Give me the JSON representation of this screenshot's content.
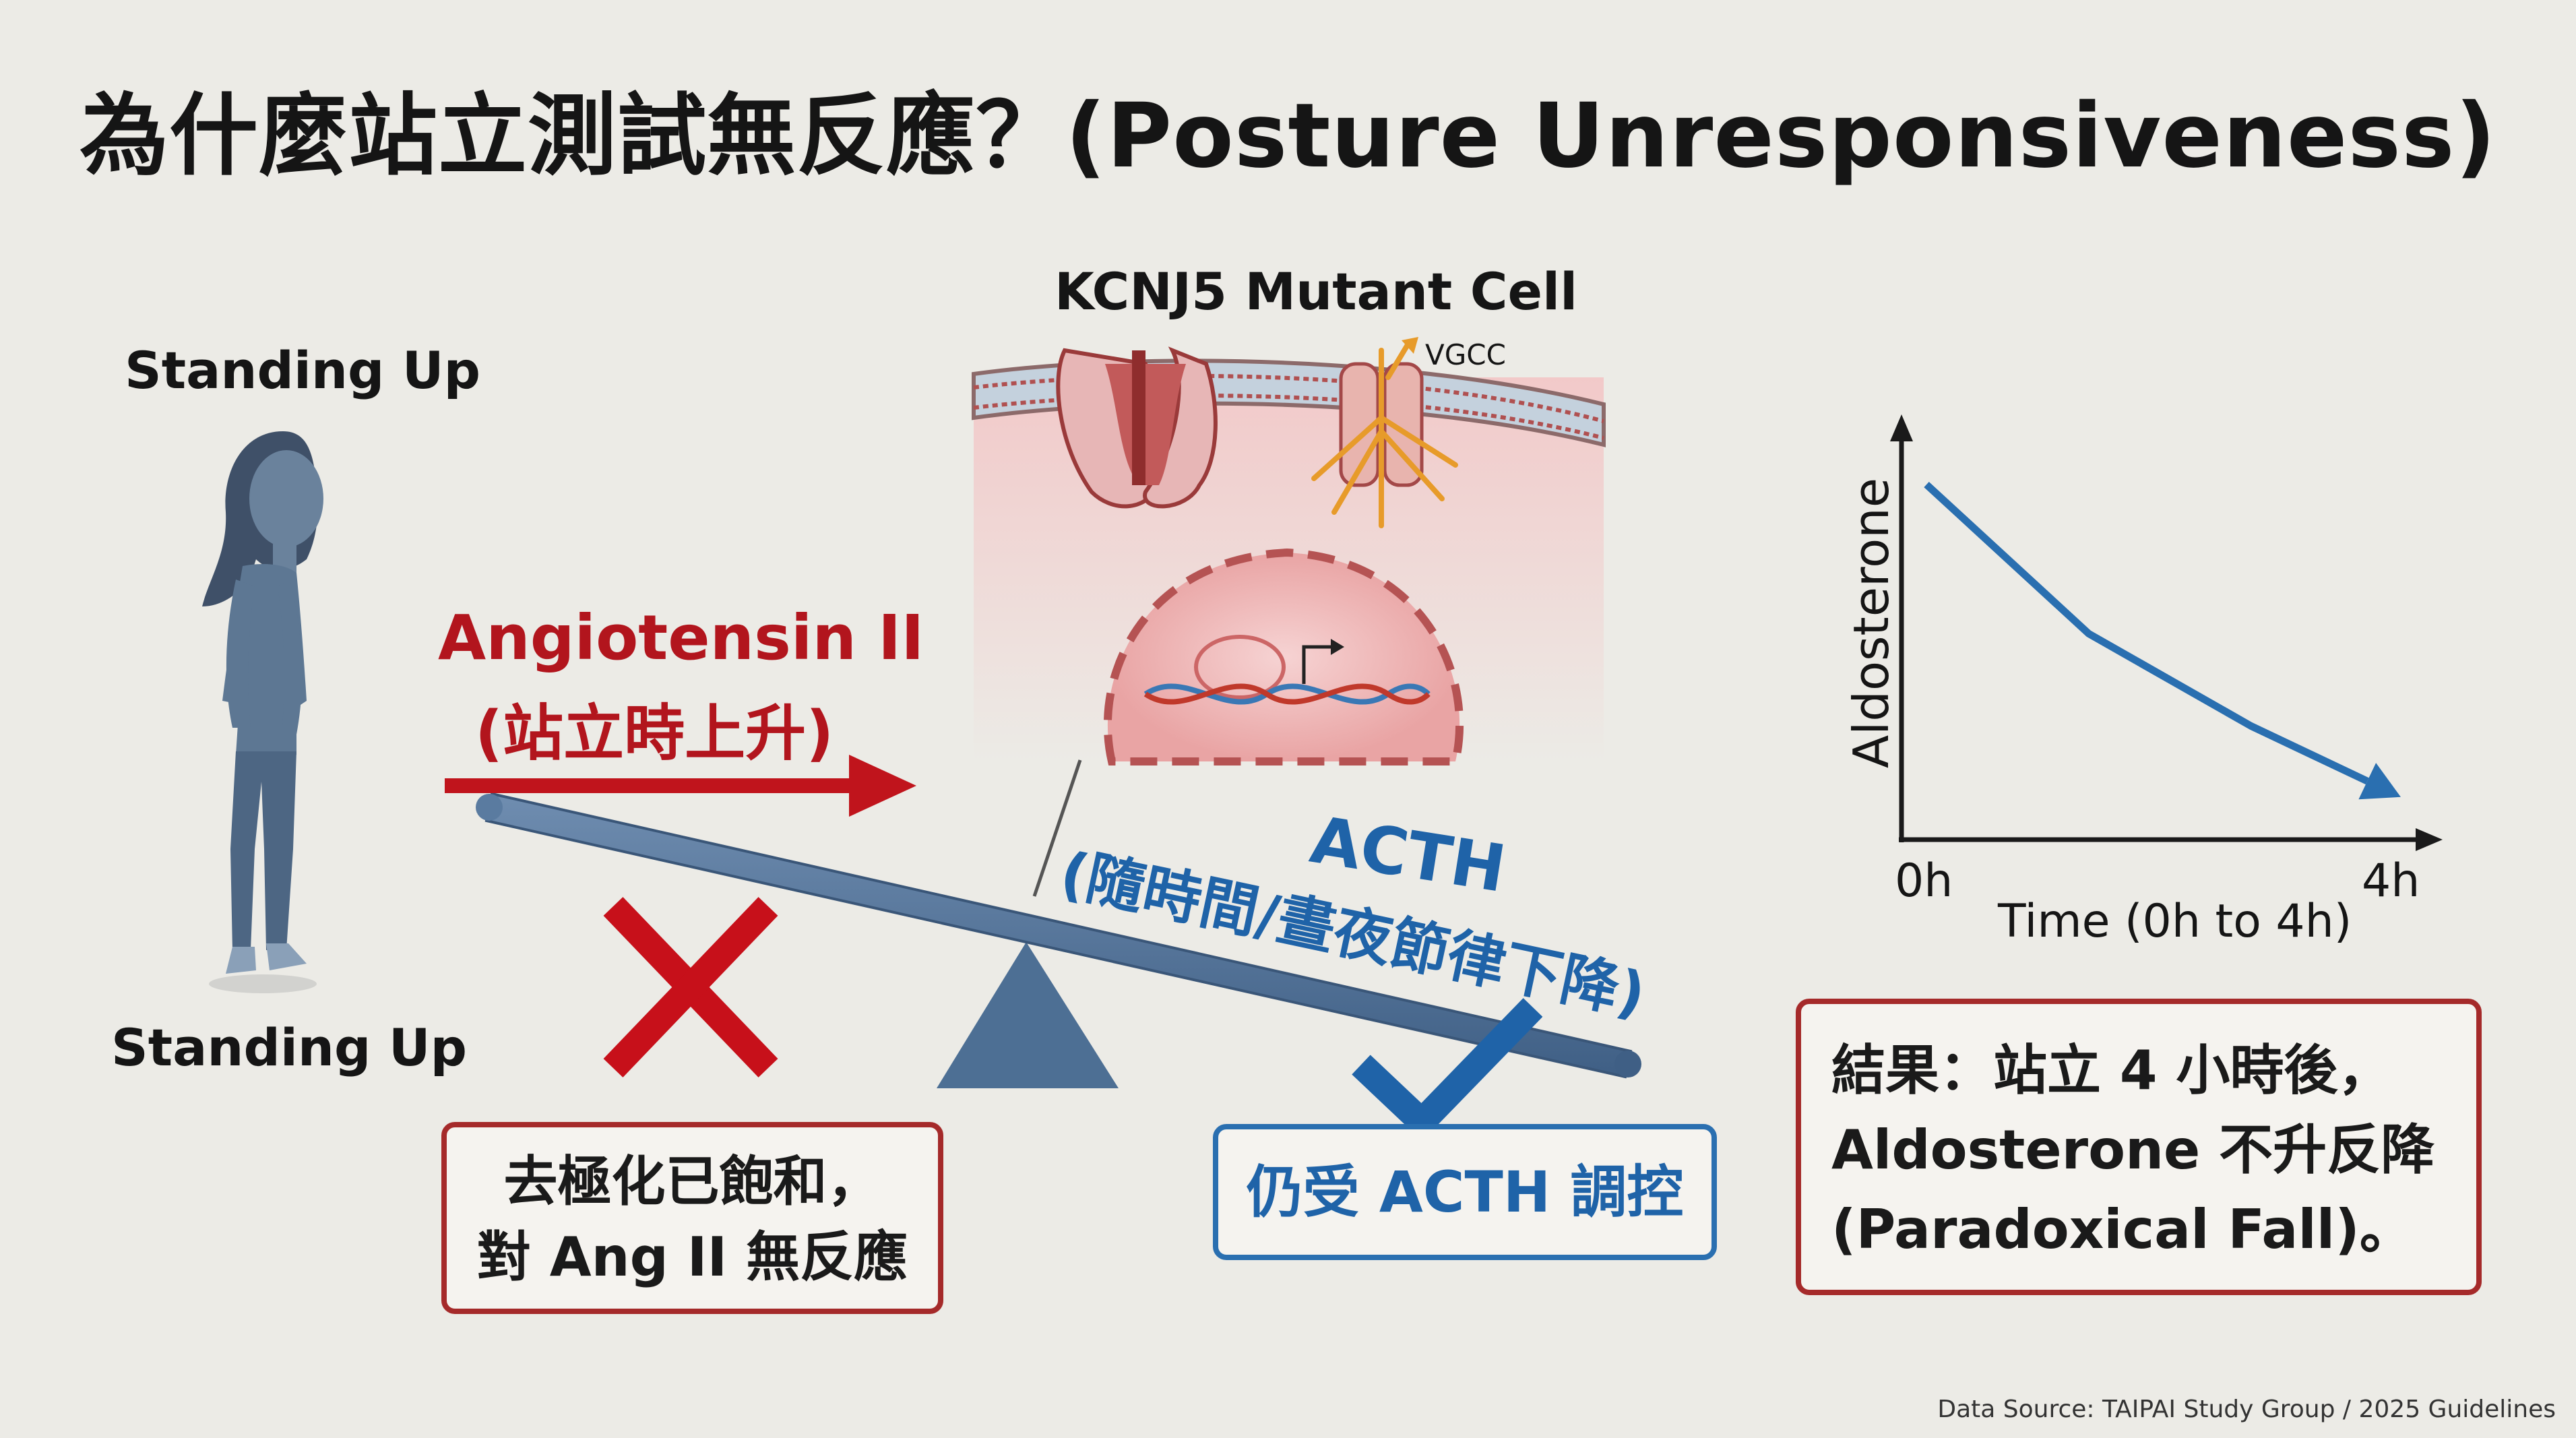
{
  "title": "為什麼站立測試無反應？(Posture Unresponsiveness)",
  "figure": {
    "label_top": "Standing Up",
    "label_bottom": "Standing Up"
  },
  "cell": {
    "title": "KCNJ5 Mutant Cell",
    "channel_label": "VGCC"
  },
  "angiotensin": {
    "line1": "Angiotensin II",
    "line2": "(站立時上升)"
  },
  "acth": {
    "line1": "ACTH",
    "line2": "(隨時間/晝夜節律下降)"
  },
  "box_left": {
    "line1": "去極化已飽和，",
    "line2": "對 Ang II 無反應"
  },
  "box_center": {
    "text": "仍受 ACTH 調控"
  },
  "box_right": {
    "line1": "結果：站立 4 小時後，",
    "line2": "Aldosterone 不升反降",
    "line3": "(Paradoxical Fall)。"
  },
  "chart_data": {
    "type": "line",
    "ylabel": "Aldosterone",
    "xlabel": "Time (0h to 4h)",
    "x_tick_labels": [
      "0h",
      "4h"
    ],
    "x": [
      0.2,
      1.5,
      2.8,
      4.0
    ],
    "series": [
      {
        "values": [
          1.0,
          0.58,
          0.32,
          0.12
        ]
      }
    ],
    "xlim": [
      0,
      4.2
    ],
    "ylim": [
      0,
      1.15
    ],
    "line_color": "#2a6fb0"
  },
  "colors": {
    "accent_red": "#b2151d",
    "accent_blue": "#1f63a8",
    "seesaw": "#4d6f94"
  },
  "source": "Data Source: TAIPAI Study Group / 2025 Guidelines"
}
